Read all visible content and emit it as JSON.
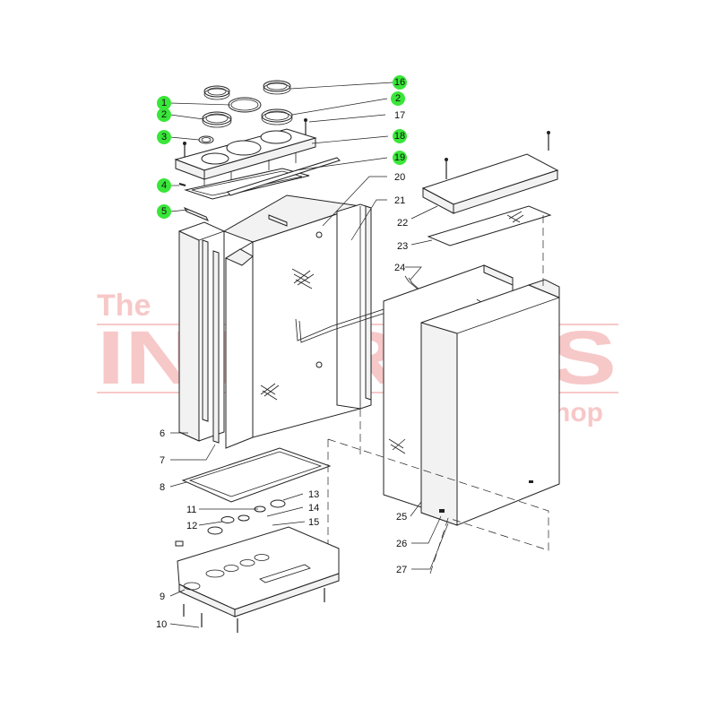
{
  "watermark": {
    "line1": "The",
    "line2": "INTERGAS",
    "line3": "Shop",
    "color": "#f7c8c8"
  },
  "highlight_color": "#39e639",
  "callouts": [
    {
      "id": "16",
      "highlighted": true
    },
    {
      "id": "2",
      "highlighted": true
    },
    {
      "id": "17",
      "highlighted": false
    },
    {
      "id": "1",
      "highlighted": true
    },
    {
      "id": "2",
      "highlighted": true
    },
    {
      "id": "18",
      "highlighted": true
    },
    {
      "id": "3",
      "highlighted": true
    },
    {
      "id": "19",
      "highlighted": true
    },
    {
      "id": "4",
      "highlighted": true
    },
    {
      "id": "20",
      "highlighted": false
    },
    {
      "id": "21",
      "highlighted": false
    },
    {
      "id": "5",
      "highlighted": true
    },
    {
      "id": "22",
      "highlighted": false
    },
    {
      "id": "23",
      "highlighted": false
    },
    {
      "id": "24",
      "highlighted": false
    },
    {
      "id": "6",
      "highlighted": false
    },
    {
      "id": "7",
      "highlighted": false
    },
    {
      "id": "8",
      "highlighted": false
    },
    {
      "id": "13",
      "highlighted": false
    },
    {
      "id": "11",
      "highlighted": false
    },
    {
      "id": "14",
      "highlighted": false
    },
    {
      "id": "12",
      "highlighted": false
    },
    {
      "id": "15",
      "highlighted": false
    },
    {
      "id": "25",
      "highlighted": false
    },
    {
      "id": "26",
      "highlighted": false
    },
    {
      "id": "27",
      "highlighted": false
    },
    {
      "id": "9",
      "highlighted": false
    },
    {
      "id": "10",
      "highlighted": false
    }
  ]
}
